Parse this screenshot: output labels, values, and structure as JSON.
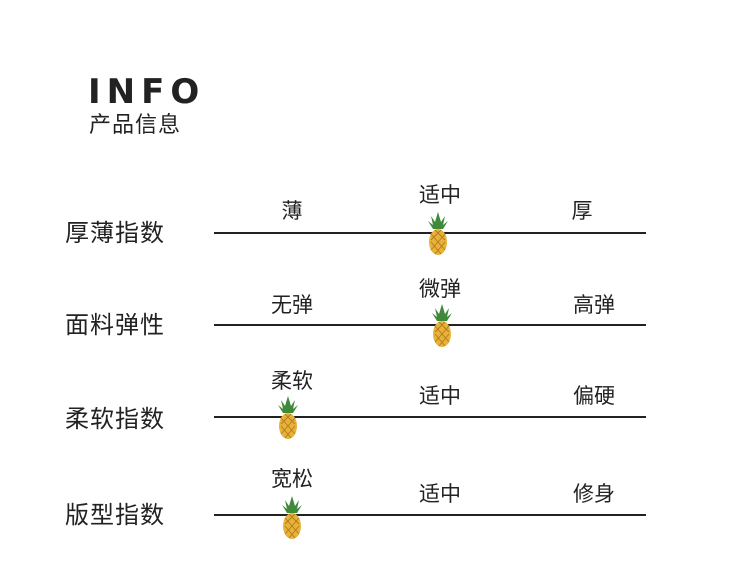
{
  "header": {
    "title": "INFO",
    "subtitle": "产品信息"
  },
  "rows": [
    {
      "label": "厚薄指数",
      "options": [
        "薄",
        "适中",
        "厚"
      ],
      "selected": 1
    },
    {
      "label": "面料弹性",
      "options": [
        "无弹",
        "微弹",
        "高弹"
      ],
      "selected": 1
    },
    {
      "label": "柔软指数",
      "options": [
        "柔软",
        "适中",
        "偏硬"
      ],
      "selected": 0
    },
    {
      "label": "版型指数",
      "options": [
        "宽松",
        "适中",
        "修身"
      ],
      "selected": 0
    }
  ],
  "marker_icon": "pineapple-icon",
  "colors": {
    "line": "#222222",
    "pineapple_body": "#e8b23a",
    "pineapple_leaf": "#3f8a3a"
  }
}
